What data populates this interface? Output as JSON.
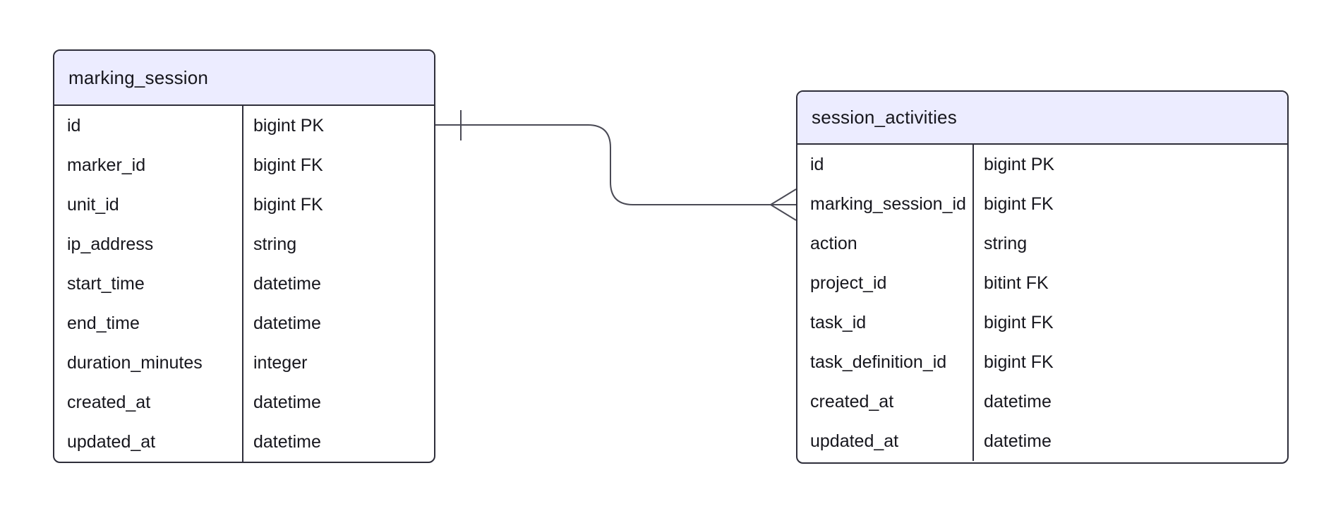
{
  "colors": {
    "background": "#ffffff",
    "entity_header_fill": "#ececff",
    "entity_border": "#2e2e3a",
    "relationship_line": "#4a4a55",
    "text": "#16161d"
  },
  "entities": [
    {
      "title": "marking_session",
      "fields": [
        {
          "name": "id",
          "type": "bigint PK"
        },
        {
          "name": "marker_id",
          "type": "bigint FK"
        },
        {
          "name": "unit_id",
          "type": "bigint FK"
        },
        {
          "name": "ip_address",
          "type": "string"
        },
        {
          "name": "start_time",
          "type": "datetime"
        },
        {
          "name": "end_time",
          "type": "datetime"
        },
        {
          "name": "duration_minutes",
          "type": "integer"
        },
        {
          "name": "created_at",
          "type": "datetime"
        },
        {
          "name": "updated_at",
          "type": "datetime"
        }
      ]
    },
    {
      "title": "session_activities",
      "fields": [
        {
          "name": "id",
          "type": "bigint PK"
        },
        {
          "name": "marking_session_id",
          "type": "bigint FK"
        },
        {
          "name": "action",
          "type": "string"
        },
        {
          "name": "project_id",
          "type": "bitint FK"
        },
        {
          "name": "task_id",
          "type": "bigint FK"
        },
        {
          "name": "task_definition_id",
          "type": "bigint FK"
        },
        {
          "name": "created_at",
          "type": "datetime"
        },
        {
          "name": "updated_at",
          "type": "datetime"
        }
      ]
    }
  ],
  "relationship": {
    "from_entity": "marking_session",
    "from_field": "id",
    "from_cardinality": "one",
    "to_entity": "session_activities",
    "to_field": "marking_session_id",
    "to_cardinality": "many"
  }
}
